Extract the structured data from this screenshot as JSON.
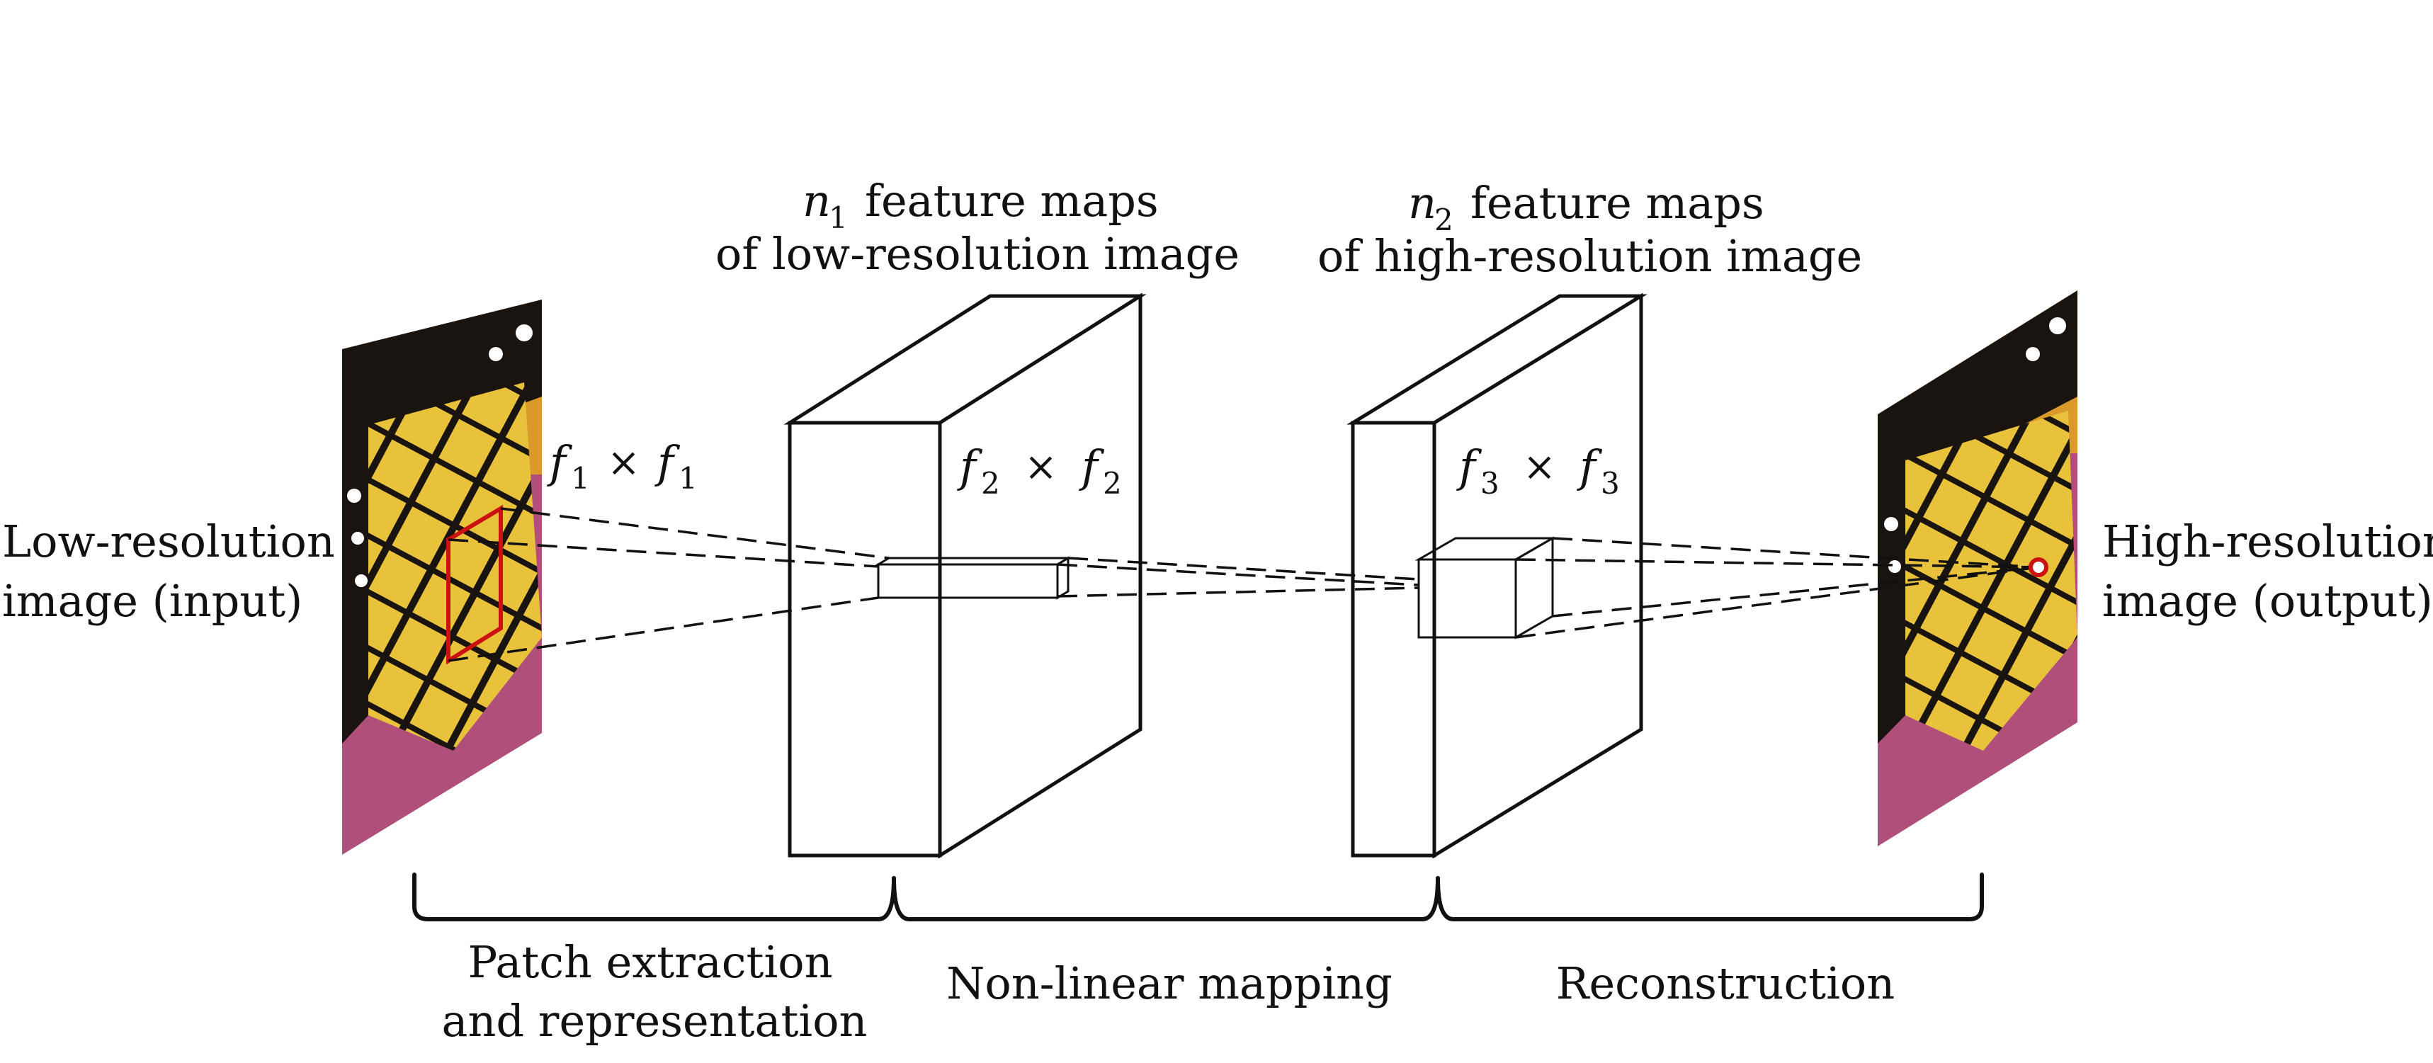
{
  "labels": {
    "input_line1": "Low-resolution",
    "input_line2": "image (input)",
    "output_line1": "High-resolution",
    "output_line2": "image (output)",
    "n1_var": "n",
    "n1_sub": "1",
    "n1_title_rest": "feature maps",
    "n1_title_line2": "of low-resolution image",
    "n2_var": "n",
    "n2_sub": "2",
    "n2_title_rest": "feature maps",
    "n2_title_line2": "of high-resolution image",
    "f1_var": "f",
    "f1_sub": "1",
    "f2_var": "f",
    "f2_sub": "2",
    "f3_var": "f",
    "f3_sub": "3",
    "times": "×"
  },
  "stages": {
    "stage1_line1": "Patch extraction",
    "stage1_line2": "and representation",
    "stage2": "Non-linear mapping",
    "stage3": "Reconstruction"
  },
  "colors": {
    "patch": "#cc1111",
    "wing_yellow": "#e8c23a",
    "wing_black": "#1a1410",
    "flower_pink": "#b0507a"
  }
}
